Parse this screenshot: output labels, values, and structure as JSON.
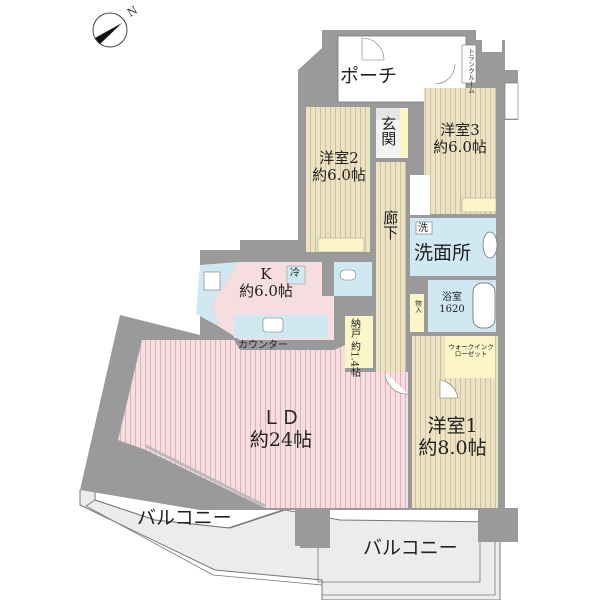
{
  "compass": {
    "label": "N"
  },
  "rooms": {
    "porch": {
      "label": "ポーチ"
    },
    "trunk_room": {
      "label": "トランクルーム"
    },
    "entrance": {
      "label": "玄関"
    },
    "western3": {
      "name": "洋室3",
      "size": "約6.0帖"
    },
    "western2": {
      "name": "洋室2",
      "size": "約6.0帖"
    },
    "hallway": {
      "label": "廊下"
    },
    "washroom": {
      "label": "洗面所",
      "washer": "洗"
    },
    "bathroom": {
      "name": "浴室",
      "size": "1620"
    },
    "kitchen": {
      "name": "K",
      "size": "約6.0帖",
      "fridge": "冷"
    },
    "counter": {
      "label": "カウンター"
    },
    "storage": {
      "name": "納戸",
      "size": "約1.4帖"
    },
    "closet": {
      "label": "物入"
    },
    "walkin": {
      "label": "ウォークインクローゼット"
    },
    "ld": {
      "name": "ＬＤ",
      "size": "約24帖"
    },
    "western1": {
      "name": "洋室1",
      "size": "約8.0帖"
    },
    "balcony_left": {
      "label": "バルコニー"
    },
    "balcony_right": {
      "label": "バルコニー"
    }
  },
  "colors": {
    "wall": "#9a9a9a",
    "wood": "#ece2c4",
    "ld_floor": "#f4d9dc",
    "wet": "#cfe8f2",
    "closet": "#fbf5c8",
    "balcony": "#ececec"
  }
}
